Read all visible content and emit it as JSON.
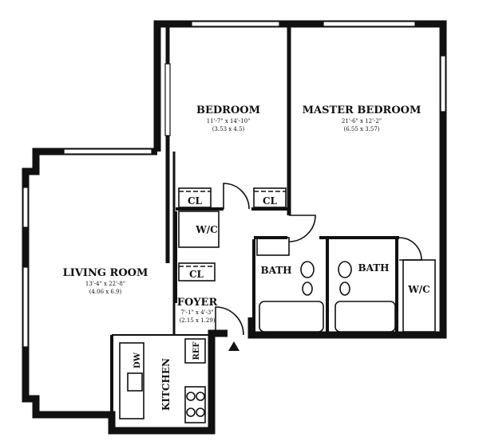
{
  "rooms": {
    "bedroom": {
      "name": "BEDROOM",
      "dims_imperial": "11'-7\" x 14'-10\"",
      "dims_metric": "(3.53 x 4.5)"
    },
    "master_bedroom": {
      "name": "MASTER BEDROOM",
      "dims_imperial": "21'-6\" x 12'-2\"",
      "dims_metric": "(6.55 x 3.57)"
    },
    "living_room": {
      "name": "LIVING ROOM",
      "dims_imperial": "13'-4\" x 22'-8\"",
      "dims_metric": "(4.06 x 6.9)"
    },
    "foyer": {
      "name": "FOYER",
      "dims_imperial": "7'-1\" x 4'-3\"",
      "dims_metric": "(2.15 x 1.29)"
    },
    "kitchen": {
      "name": "KITCHEN"
    }
  },
  "fixtures": {
    "closet_bedroom_left": "CL",
    "closet_bedroom_right": "CL",
    "closet_foyer": "CL",
    "wc_hall": "W/C",
    "wc_master": "W/C",
    "bath_1": "BATH",
    "bath_2": "BATH",
    "dishwasher": "DW",
    "refrigerator": "REF"
  }
}
